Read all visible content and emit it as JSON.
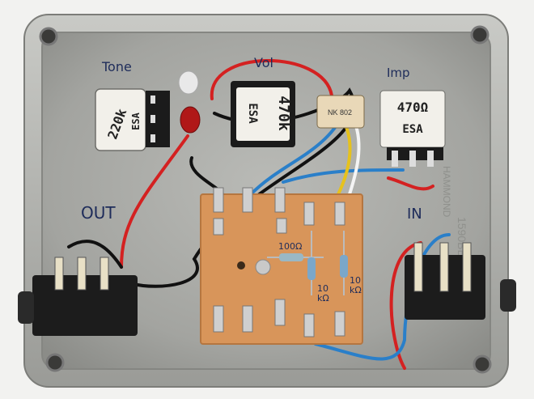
{
  "enclosure": {
    "embossed_text": "1590BB",
    "brand_text": "HAMMOND"
  },
  "labels": {
    "tone": "Tone",
    "vol": "Vol",
    "imp": "Imp",
    "out": "OUT",
    "in": "IN",
    "r100": "100Ω",
    "r10k_a": "10",
    "r10k_b": "kΩ",
    "r10k2_a": "10",
    "r10k2_b": "kΩ"
  },
  "pots": {
    "tone": {
      "value": "220k",
      "letters": "ESA"
    },
    "vol": {
      "value": "470k",
      "letters": "ESA"
    },
    "imp": {
      "value": "470Ω",
      "letters": "ESA"
    }
  },
  "switch": {
    "marking": "NK 802"
  },
  "colors": {
    "enclosure": "#a9aaa6",
    "board": "#d8955a",
    "wire_red": "#d42121",
    "wire_black": "#111111",
    "wire_blue": "#2a7fc9",
    "wire_yellow": "#e6c21d",
    "wire_white": "#f4f4f4"
  }
}
